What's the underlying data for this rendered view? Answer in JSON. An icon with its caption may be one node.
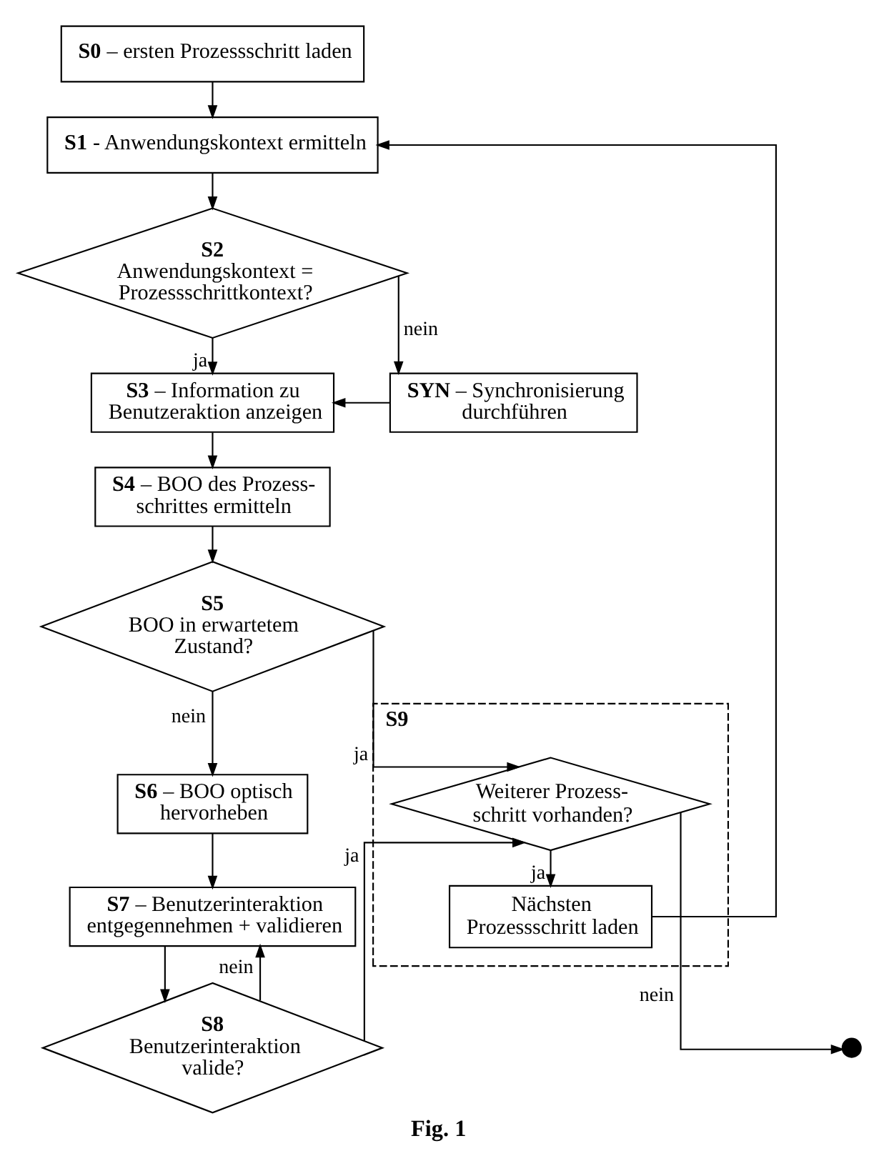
{
  "diagram": {
    "caption": "Fig. 1",
    "nodes": [
      {
        "text": [
          "**S0** – ersten Prozessschritt laden"
        ]
      },
      {
        "text": [
          "**S1** - Anwendungskontext ermitteln"
        ]
      },
      {
        "text": [
          "S2",
          "Anwendungskontext = Prozessschrittkontext?"
        ]
      },
      {
        "text": [
          "**S3** – Information zu Benutzeraktion anzeigen"
        ]
      },
      {
        "text": [
          "**SYN** – Synchronisierung durchführen"
        ]
      },
      {
        "text": [
          "**S4** – BOO des Prozess- schrittes ermitteln"
        ]
      },
      {
        "text": [
          "S5",
          "BOO in erwartetem Zustand?"
        ]
      },
      {
        "text": [
          "**S6** – BOO optisch hervorheben"
        ]
      },
      {
        "text": [
          "S9"
        ]
      },
      {
        "text": [
          "Weiterer Prozess- schritt vorhanden?"
        ],
        "in": 8
      },
      {
        "text": [
          "**S7** – Benutzerinteraktion entgegennehmen + validieren"
        ]
      },
      {
        "text": [
          "Nächsten Prozessschritt laden"
        ],
        "in": 8
      },
      {
        "text": [
          "S8",
          "Benutzerinteraktion valide?"
        ]
      },
      {
        "text": [],
        "shape": "circle"
      }
    ],
    "edges": [
      {
        "from": 0,
        "to": 1,
        "arrow": "to"
      },
      {
        "from": 1,
        "to": 2,
        "arrow": "to"
      },
      {
        "from": 2,
        "to": 3,
        "arrow": "to",
        "label": "ja"
      },
      {
        "from": 2,
        "to": 4,
        "arrow": "to",
        "label": "nein"
      },
      {
        "from": 4,
        "to": 3,
        "arrow": "to"
      },
      {
        "from": 3,
        "to": 5,
        "arrow": "to"
      },
      {
        "from": 5,
        "to": 6,
        "arrow": "to"
      },
      {
        "from": 6,
        "to": 9,
        "arrow": "to",
        "label": "ja"
      },
      {
        "from": 6,
        "to": 7,
        "arrow": "to",
        "label": "nein"
      },
      {
        "from": 7,
        "to": 10,
        "arrow": "to"
      },
      {
        "from": 10,
        "to": 12,
        "arrow": "to"
      },
      {
        "from": 12,
        "to": 10,
        "arrow": "to",
        "label": "nein"
      },
      {
        "from": 12,
        "to": 9,
        "arrow": "to",
        "label": "ja"
      },
      {
        "from": 9,
        "to": 13,
        "arrow": "to",
        "label": "nein"
      },
      {
        "from": 9,
        "to": 11,
        "arrow": "to",
        "label": "ja"
      },
      {
        "from": 11,
        "to": 1,
        "arrow": "to"
      }
    ]
  }
}
